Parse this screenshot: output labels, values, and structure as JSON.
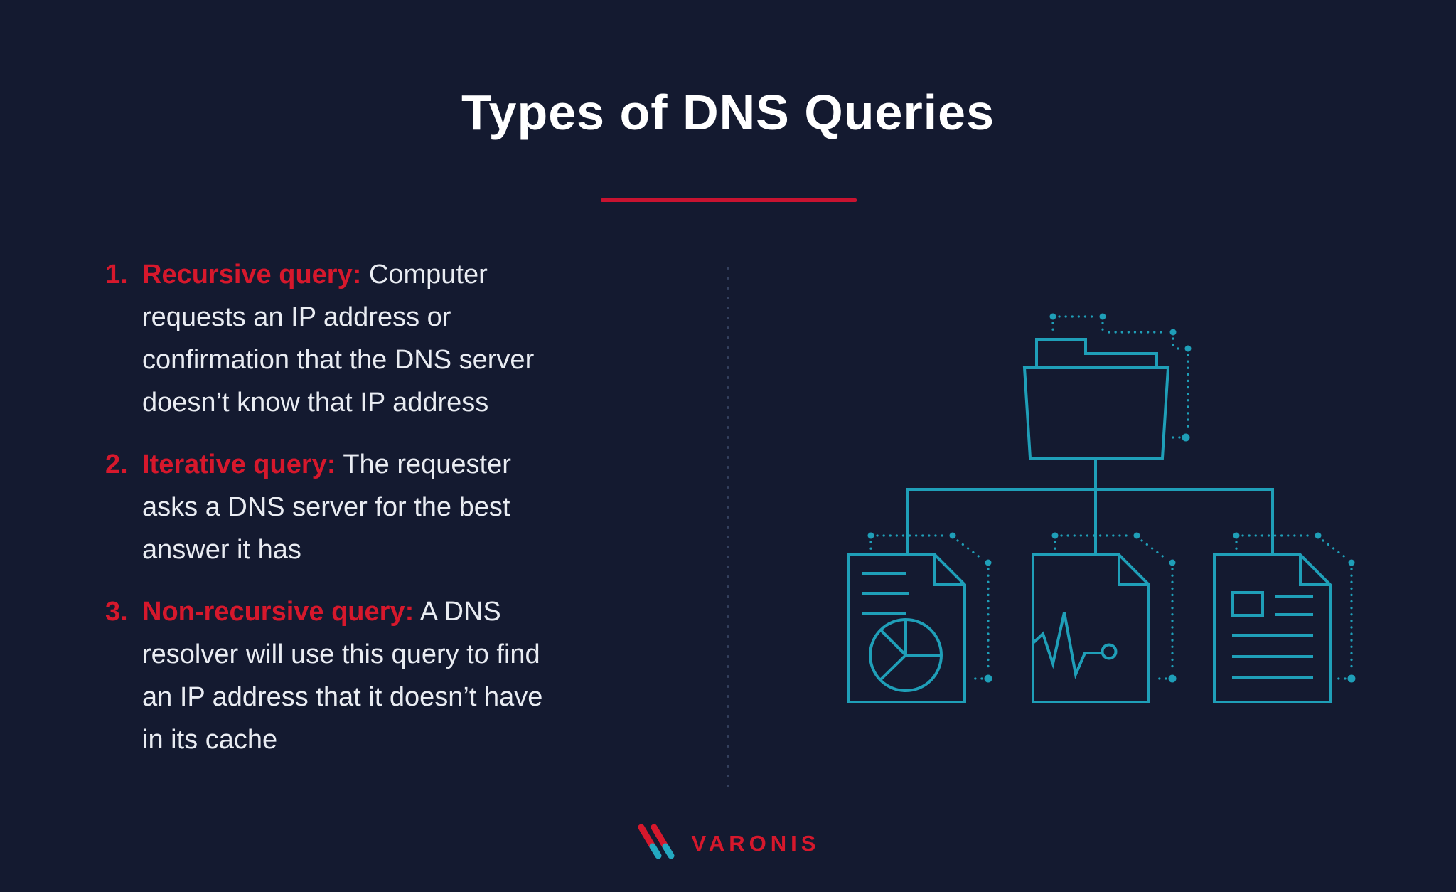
{
  "page": {
    "background_color": "#141a30"
  },
  "title": {
    "text": "Types of DNS Queries",
    "color": "#ffffff"
  },
  "divider": {
    "color": "#c81330"
  },
  "list": {
    "term_color": "#d6182c",
    "text_color": "#e9ecf2",
    "items": [
      {
        "number": "1.",
        "term": "Recursive query:",
        "description": " Computer requests an IP address or confirmation that the DNS server doesn’t know that IP address"
      },
      {
        "number": "2.",
        "term": "Iterative query:",
        "description": " The requester asks a DNS server for the best answer it has"
      },
      {
        "number": "3.",
        "term": "Non-recursive query:",
        "description": " A DNS resolver will use this query to find an IP address that it doesn’t have in its cache"
      }
    ]
  },
  "separator": {
    "style": "vertical-dotted",
    "color": "#34405e"
  },
  "illustration": {
    "teal": "#1f9fb8",
    "icons": [
      "folder-icon",
      "report-document-icon",
      "pulse-document-icon",
      "text-document-icon"
    ],
    "structure": "folder branches to three documents"
  },
  "logo": {
    "brand": "VARONIS",
    "red": "#d6182c",
    "teal": "#23a9c0"
  }
}
